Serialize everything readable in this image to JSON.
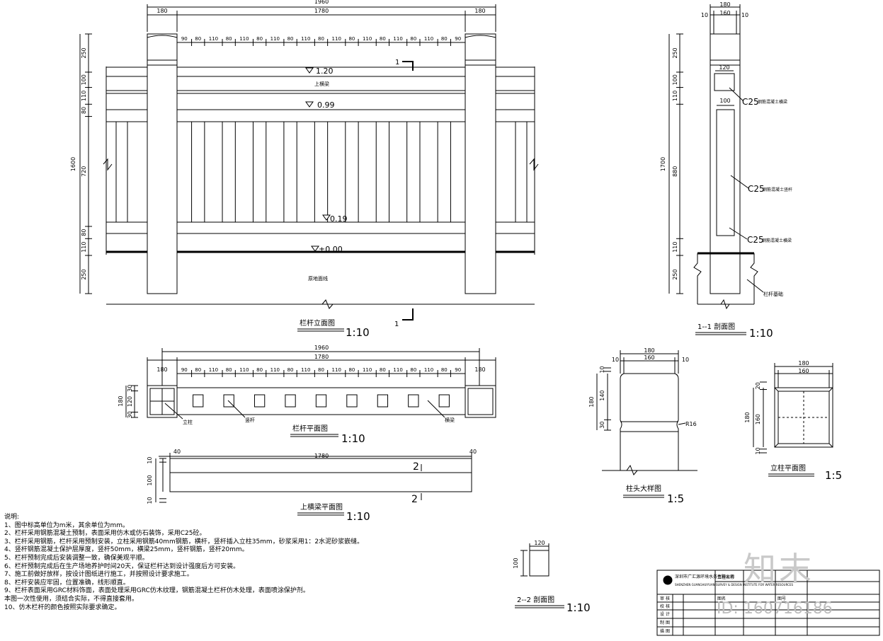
{
  "elevation": {
    "title": "栏杆立面图",
    "scale": "1:10",
    "dim_total_top": "1960",
    "dim_post": "180",
    "dim_span": "1780",
    "baluster_dims": [
      "90",
      "80",
      "110",
      "80",
      "110",
      "80",
      "110",
      "80",
      "110",
      "80",
      "110",
      "80",
      "110",
      "80",
      "110",
      "80",
      "110",
      "80",
      "90"
    ],
    "left_dims": [
      "250",
      "100",
      "110",
      "80",
      "720",
      "80",
      "110",
      "250"
    ],
    "left_total": "1600",
    "level_1": "1.20",
    "level_2": "0.99",
    "level_3": "0.19",
    "level_4": "±0.00",
    "top_rail_label": "上横梁",
    "ground_label": "原地面线",
    "section_mark": "1"
  },
  "section11": {
    "title": "1--1 剖面图",
    "scale": "1:10",
    "dim_top": "180",
    "dim_inner": "160",
    "dim_edge": "10",
    "dim_small": "120",
    "dim_small2": "100",
    "left_dims": [
      "250",
      "100",
      "110",
      "880",
      "110",
      "250"
    ],
    "left_total": "1700",
    "c25_label": "C25",
    "c25_note_1": "钢筋混凝土横梁",
    "c25_note_2": "钢筋混凝土竖杆",
    "c25_note_3": "钢筋混凝土横梁",
    "base_label": "栏杆基础"
  },
  "plan": {
    "title": "栏杆平面图",
    "scale": "1:10",
    "dim_total": "1960",
    "dim_span": "1780",
    "dim_post": "180",
    "left_dims": [
      "30",
      "120",
      "30"
    ],
    "left_total": "180",
    "label_post": "立柱",
    "label_baluster": "竖杆",
    "label_beam": "横梁"
  },
  "topbeam": {
    "title": "上横梁平面图",
    "scale": "1:10",
    "dim_end": "40",
    "dim_span": "1780",
    "left_dims": [
      "10",
      "100",
      "10"
    ],
    "section_mark": "2"
  },
  "post_head": {
    "title": "柱头大样图",
    "scale": "1:5",
    "dim_top": "180",
    "dim_inner": "160",
    "dim_edge": "10",
    "left_dims": [
      "10",
      "140",
      "30"
    ],
    "left_total": "180",
    "radius": "R16"
  },
  "post_plan": {
    "title": "立柱平面图",
    "scale": "1:5",
    "dim_top": "180",
    "dim_inner": "160",
    "left_dims": [
      "20",
      "160",
      "10"
    ],
    "left_total": "180"
  },
  "section22": {
    "title": "2--2 剖面图",
    "scale": "1:10",
    "dim_w": "120",
    "dim_h": "100"
  },
  "notes": [
    "说明:",
    "1、图中标高单位为m米，其余单位为mm。",
    "2、栏杆采用钢筋混凝土预制，表面采用仿木或仿石装饰，采用C25砼。",
    "3、栏杆采用钢筋，栏杆采用预制安装，立柱采用钢筋40mm钢筋，横杆，竖杆插入立柱35mm，砂浆采用1：2水泥砂浆嵌缝。",
    "4、竖杆钢筋混凝土保护层厚度，竖杆50mm，横梁25mm，竖杆钢筋，竖杆20mm。",
    "5、栏杆预制完成后安装调整一致，确保美观平顺。",
    "6、栏杆预制完成后在生产场地养护时间20天，保证栏杆达到设计强度后方可安装。",
    "7、施工前做好放样，按设计图纸进行施工，并按照设计要求施工。",
    "8、栏杆安装应牢固，位置准确，线形顺直。",
    "9、栏杆表面采用GRC材料饰面，表面处理采用GRC仿木纹理，钢筋混凝土栏杆仿木处理，表面喷涂保护剂。",
    "本图一次性使用，须结合实际，不得直接套用。",
    "10、仿木栏杆的颜色按照实际要求确定。"
  ],
  "titleblock": {
    "company_cn": "深圳市广汇源环境水务有限公司",
    "company_en": "SHENZHEN GUANGHUIYUAN SURVEY & DESIGN INSTITUTE FOR WATER RESOURCES",
    "rows": [
      "审 核",
      "校 核",
      "设 计",
      "制 图",
      "描 图"
    ],
    "field_1": "工程名称",
    "field_2": "图名",
    "field_3": "图号"
  },
  "watermark": {
    "brand": "知末",
    "id": "ID: 160716186"
  }
}
